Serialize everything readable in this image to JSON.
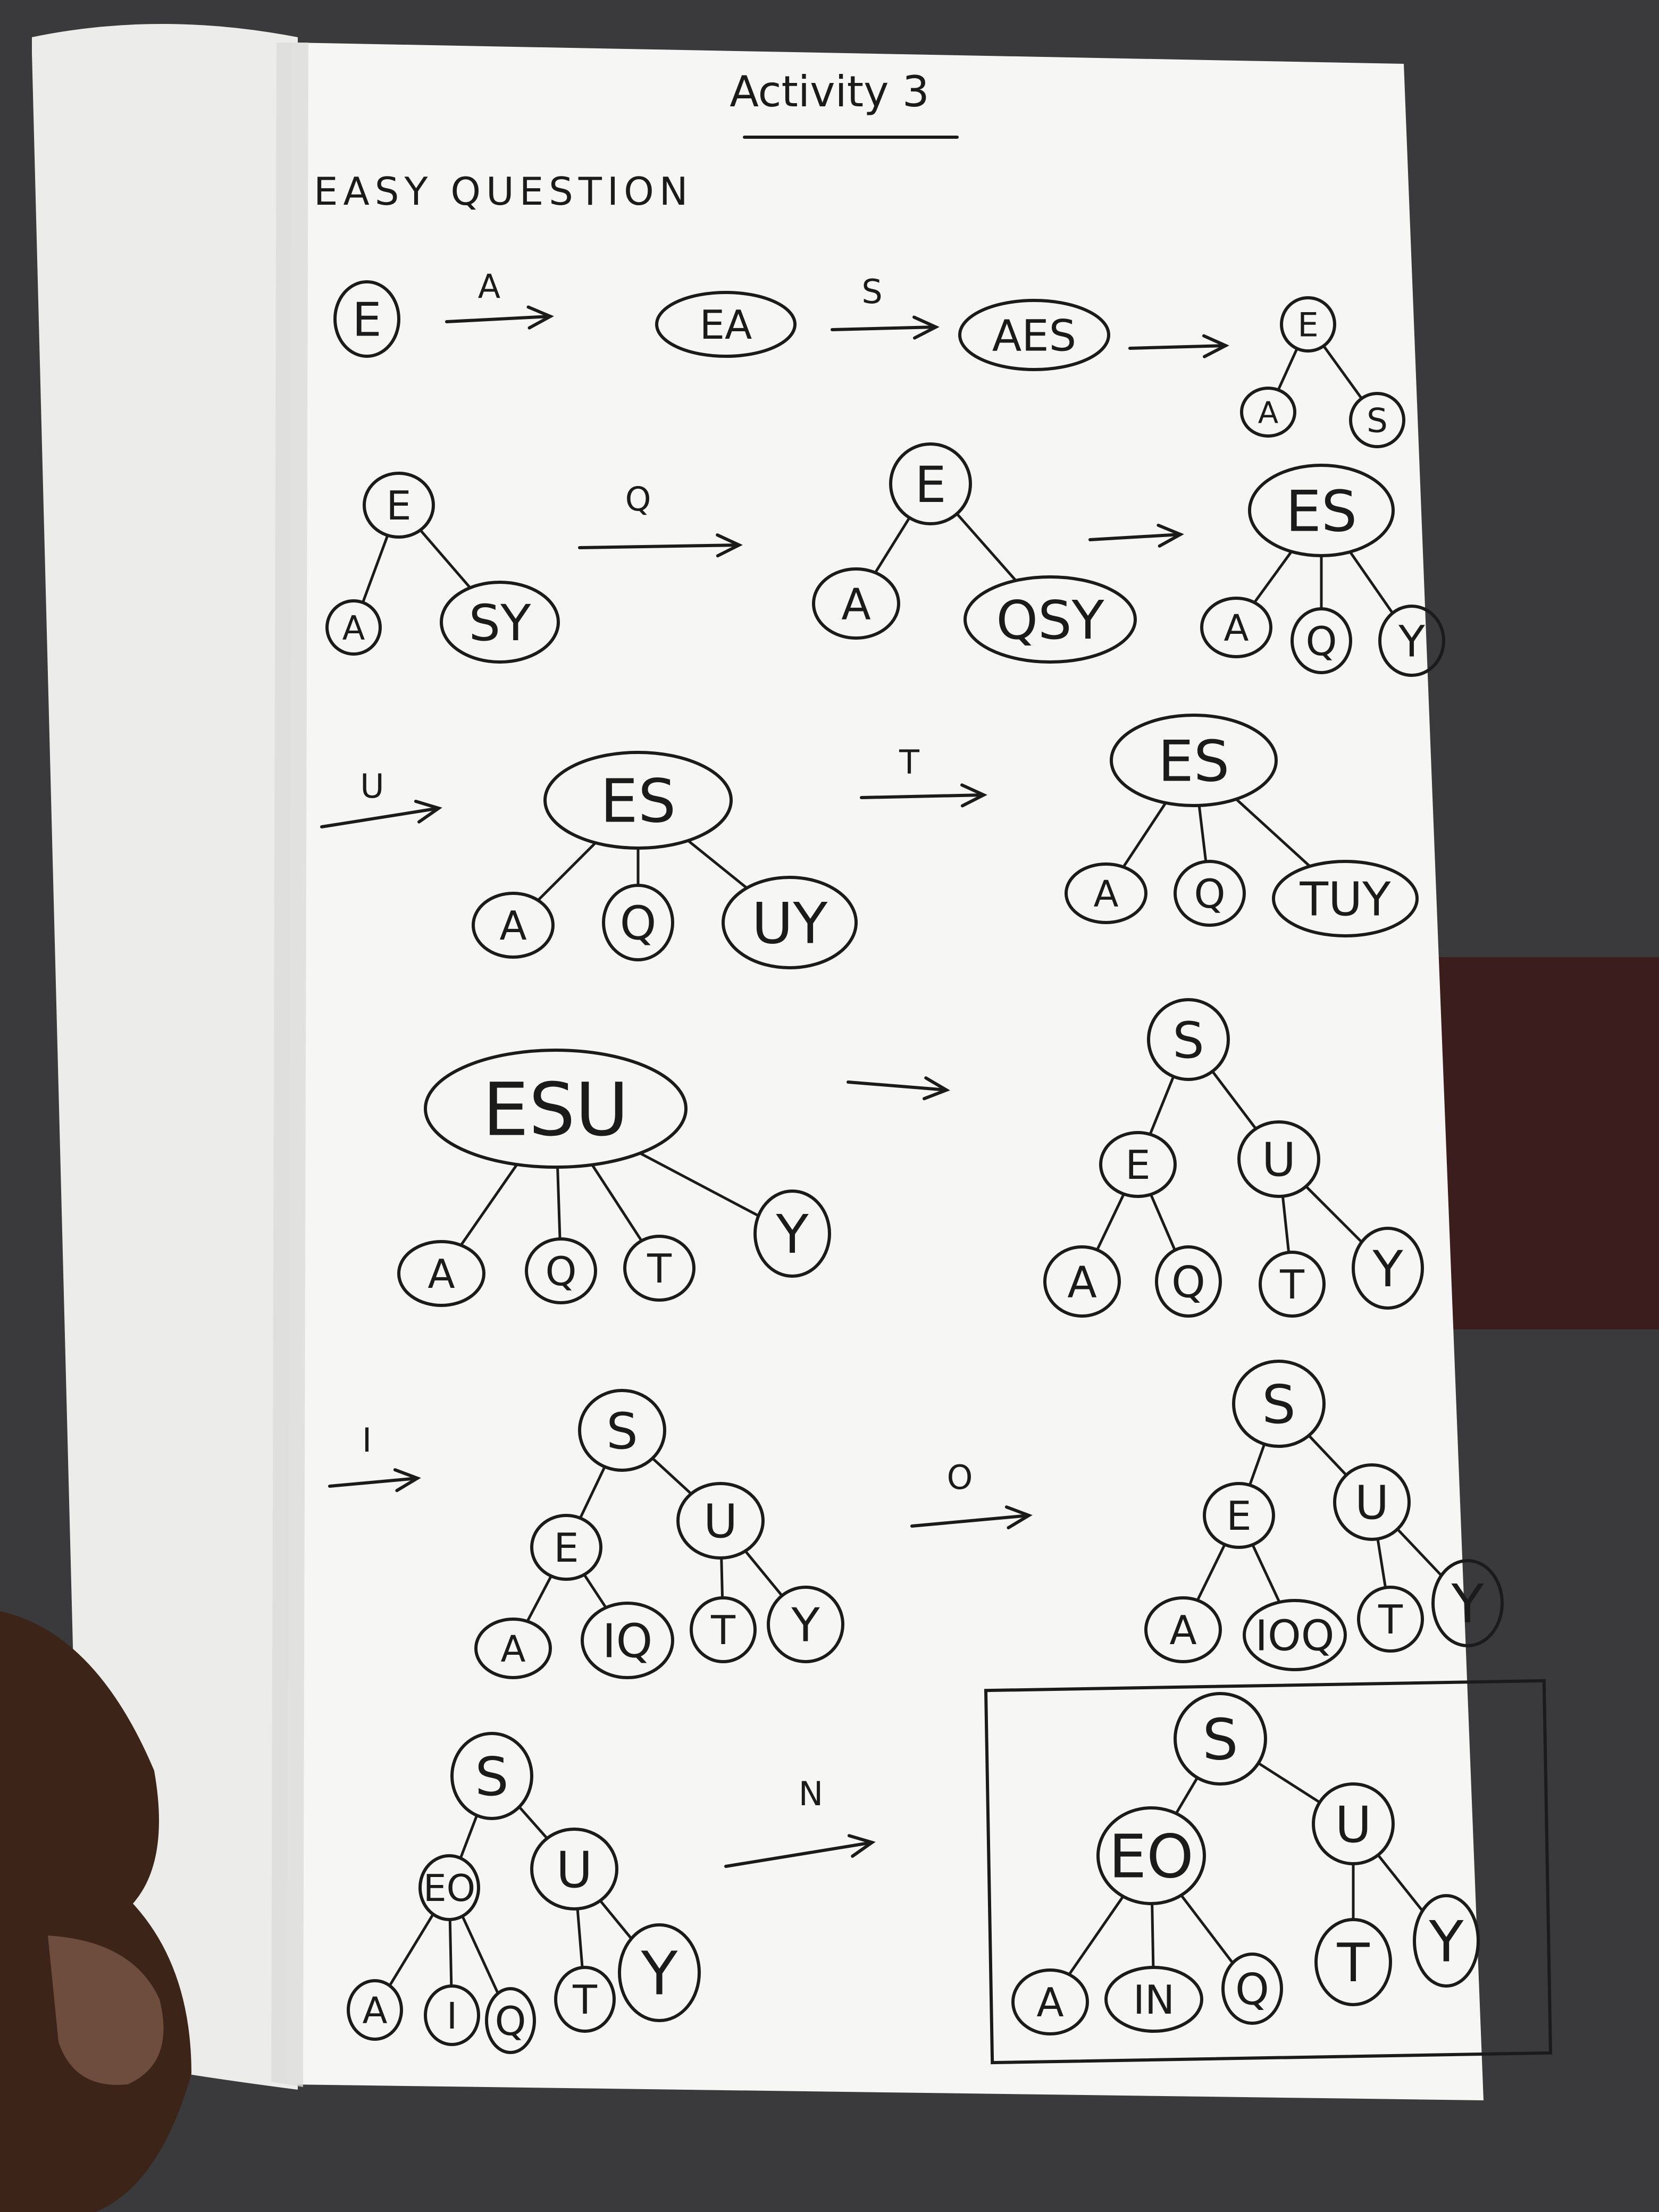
{
  "page": {
    "title": "Activity 3",
    "heading": "EASY QUESTION"
  },
  "colors": {
    "ink": "#1b1b1b",
    "paper": "#f6f6f4",
    "background": "#3a3a3c",
    "left_page": "#efefed"
  },
  "arrows": [
    {
      "id": "a1",
      "label": "A"
    },
    {
      "id": "a2",
      "label": "S"
    },
    {
      "id": "a3",
      "label": ""
    },
    {
      "id": "a4",
      "label": "Q"
    },
    {
      "id": "a5",
      "label": ""
    },
    {
      "id": "a6",
      "label": "U"
    },
    {
      "id": "a7",
      "label": "T"
    },
    {
      "id": "a8",
      "label": ""
    },
    {
      "id": "a9",
      "label": "I"
    },
    {
      "id": "a10",
      "label": "O"
    },
    {
      "id": "a11",
      "label": "N"
    }
  ],
  "nodes": [
    {
      "id": "n1",
      "label": "E"
    },
    {
      "id": "n2",
      "label": "EA"
    },
    {
      "id": "n3",
      "label": "AES"
    },
    {
      "id": "n4",
      "label": "E"
    },
    {
      "id": "n5",
      "label": "A"
    },
    {
      "id": "n6",
      "label": "S"
    },
    {
      "id": "n7",
      "label": "E"
    },
    {
      "id": "n8",
      "label": "A"
    },
    {
      "id": "n9",
      "label": "SY"
    },
    {
      "id": "n10",
      "label": "E"
    },
    {
      "id": "n11",
      "label": "A"
    },
    {
      "id": "n12",
      "label": "QSY"
    },
    {
      "id": "n13",
      "label": "ES"
    },
    {
      "id": "n14",
      "label": "A"
    },
    {
      "id": "n15",
      "label": "Q"
    },
    {
      "id": "n16",
      "label": "Y"
    },
    {
      "id": "n17",
      "label": "ES"
    },
    {
      "id": "n18",
      "label": "A"
    },
    {
      "id": "n19",
      "label": "Q"
    },
    {
      "id": "n20",
      "label": "UY"
    },
    {
      "id": "n21",
      "label": "ES"
    },
    {
      "id": "n22",
      "label": "A"
    },
    {
      "id": "n23",
      "label": "Q"
    },
    {
      "id": "n24",
      "label": "TUY"
    },
    {
      "id": "n25",
      "label": "ESU"
    },
    {
      "id": "n26",
      "label": "A"
    },
    {
      "id": "n27",
      "label": "Q"
    },
    {
      "id": "n28",
      "label": "T"
    },
    {
      "id": "n29",
      "label": "Y"
    },
    {
      "id": "n30",
      "label": "S"
    },
    {
      "id": "n31",
      "label": "E"
    },
    {
      "id": "n32",
      "label": "U"
    },
    {
      "id": "n33",
      "label": "A"
    },
    {
      "id": "n34",
      "label": "Q"
    },
    {
      "id": "n35",
      "label": "T"
    },
    {
      "id": "n36",
      "label": "Y"
    },
    {
      "id": "n37",
      "label": "S"
    },
    {
      "id": "n38",
      "label": "E"
    },
    {
      "id": "n39",
      "label": "U"
    },
    {
      "id": "n40",
      "label": "A"
    },
    {
      "id": "n41",
      "label": "IQ"
    },
    {
      "id": "n42",
      "label": "T"
    },
    {
      "id": "n43",
      "label": "Y"
    },
    {
      "id": "n44",
      "label": "S"
    },
    {
      "id": "n45",
      "label": "E"
    },
    {
      "id": "n46",
      "label": "U"
    },
    {
      "id": "n47",
      "label": "A"
    },
    {
      "id": "n48",
      "label": "IOQ"
    },
    {
      "id": "n49",
      "label": "T"
    },
    {
      "id": "n50",
      "label": "Y"
    },
    {
      "id": "n51",
      "label": "S"
    },
    {
      "id": "n52",
      "label": "EO"
    },
    {
      "id": "n53",
      "label": "U"
    },
    {
      "id": "n54",
      "label": "A"
    },
    {
      "id": "n55",
      "label": "I"
    },
    {
      "id": "n56",
      "label": "Q"
    },
    {
      "id": "n57",
      "label": "T"
    },
    {
      "id": "n58",
      "label": "Y"
    },
    {
      "id": "n59",
      "label": "S"
    },
    {
      "id": "n60",
      "label": "EO"
    },
    {
      "id": "n61",
      "label": "U"
    },
    {
      "id": "n62",
      "label": "A"
    },
    {
      "id": "n63",
      "label": "IN"
    },
    {
      "id": "n64",
      "label": "Q"
    },
    {
      "id": "n65",
      "label": "T"
    },
    {
      "id": "n66",
      "label": "Y"
    }
  ],
  "edges": [
    [
      "n4",
      "n5"
    ],
    [
      "n4",
      "n6"
    ],
    [
      "n7",
      "n8"
    ],
    [
      "n7",
      "n9"
    ],
    [
      "n10",
      "n11"
    ],
    [
      "n10",
      "n12"
    ],
    [
      "n13",
      "n14"
    ],
    [
      "n13",
      "n15"
    ],
    [
      "n13",
      "n16"
    ],
    [
      "n17",
      "n18"
    ],
    [
      "n17",
      "n19"
    ],
    [
      "n17",
      "n20"
    ],
    [
      "n21",
      "n22"
    ],
    [
      "n21",
      "n23"
    ],
    [
      "n21",
      "n24"
    ],
    [
      "n25",
      "n26"
    ],
    [
      "n25",
      "n27"
    ],
    [
      "n25",
      "n28"
    ],
    [
      "n25",
      "n29"
    ],
    [
      "n30",
      "n31"
    ],
    [
      "n30",
      "n32"
    ],
    [
      "n31",
      "n33"
    ],
    [
      "n31",
      "n34"
    ],
    [
      "n32",
      "n35"
    ],
    [
      "n32",
      "n36"
    ],
    [
      "n37",
      "n38"
    ],
    [
      "n37",
      "n39"
    ],
    [
      "n38",
      "n40"
    ],
    [
      "n38",
      "n41"
    ],
    [
      "n39",
      "n42"
    ],
    [
      "n39",
      "n43"
    ],
    [
      "n44",
      "n45"
    ],
    [
      "n44",
      "n46"
    ],
    [
      "n45",
      "n47"
    ],
    [
      "n45",
      "n48"
    ],
    [
      "n46",
      "n49"
    ],
    [
      "n46",
      "n50"
    ],
    [
      "n51",
      "n52"
    ],
    [
      "n51",
      "n53"
    ],
    [
      "n52",
      "n54"
    ],
    [
      "n52",
      "n55"
    ],
    [
      "n52",
      "n56"
    ],
    [
      "n53",
      "n57"
    ],
    [
      "n53",
      "n58"
    ],
    [
      "n59",
      "n60"
    ],
    [
      "n59",
      "n61"
    ],
    [
      "n60",
      "n62"
    ],
    [
      "n60",
      "n63"
    ],
    [
      "n60",
      "n64"
    ],
    [
      "n61",
      "n65"
    ],
    [
      "n61",
      "n66"
    ]
  ],
  "final_answer_box": {
    "highlighted_tree_root": "n59"
  }
}
